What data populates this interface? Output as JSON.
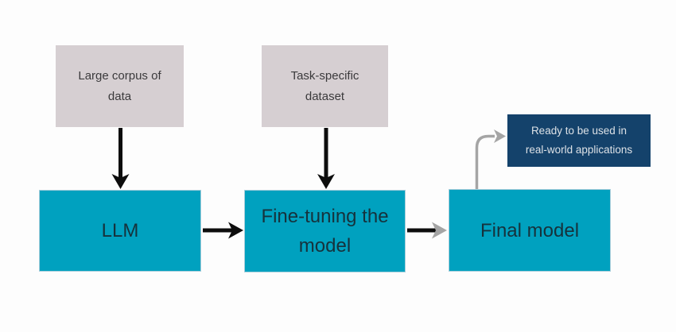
{
  "colors": {
    "teal_box": "#00A1BF",
    "gray_box": "#D6CFD2",
    "navy_box": "#14426B",
    "black_arrow": "#0D0D0D",
    "gray_arrow": "#A5A5A5",
    "teal_box_text": "#16323C",
    "gray_box_text": "#3B3A3C",
    "navy_box_text": "#DCE1E6",
    "background": "#FDFDFD"
  },
  "diagram": {
    "nodes": {
      "large_corpus": {
        "label": "Large corpus of data",
        "lines": [
          "Large corpus of",
          "data"
        ]
      },
      "task_specific": {
        "label": "Task-specific dataset",
        "lines": [
          "Task-specific",
          "dataset"
        ]
      },
      "llm": {
        "label": "LLM",
        "lines": [
          "LLM"
        ]
      },
      "fine_tuning": {
        "label": "Fine-tuning the model",
        "lines": [
          "Fine-tuning the",
          "model"
        ]
      },
      "final_model": {
        "label": "Final model",
        "lines": [
          "Final model"
        ]
      },
      "ready": {
        "label": "Ready to be used in real-world applications",
        "lines": [
          "Ready to be used in",
          "real-world applications"
        ]
      }
    },
    "edges": [
      {
        "from": "large_corpus",
        "to": "llm",
        "style": "black-arrow"
      },
      {
        "from": "task_specific",
        "to": "fine_tuning",
        "style": "black-arrow"
      },
      {
        "from": "llm",
        "to": "fine_tuning",
        "style": "black-arrow"
      },
      {
        "from": "fine_tuning",
        "to": "final_model",
        "style": "black-arrow"
      },
      {
        "from": "final_model",
        "to": "ready",
        "style": "gray-curved-arrow"
      }
    ]
  }
}
